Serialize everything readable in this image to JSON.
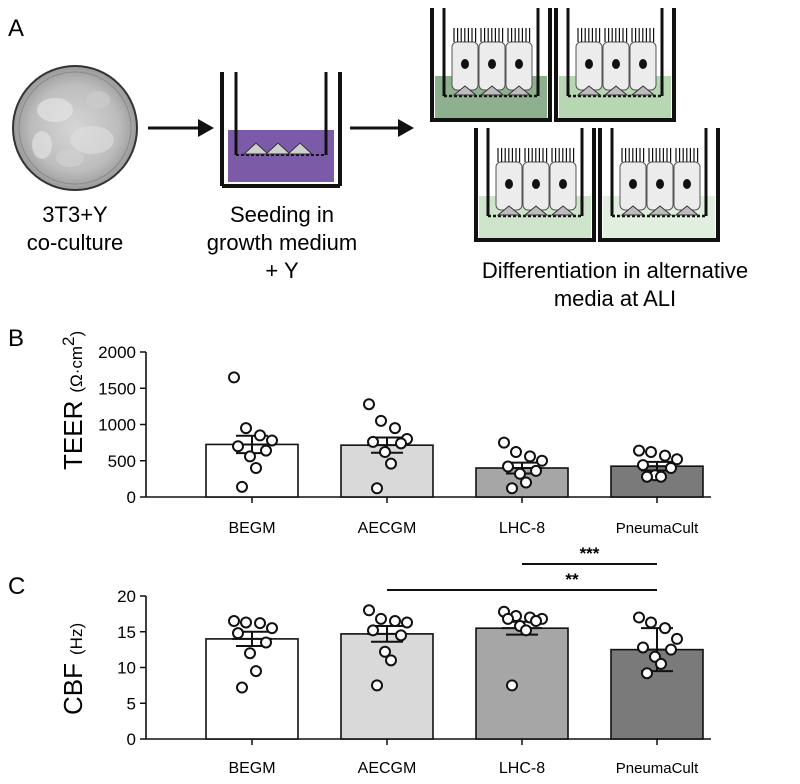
{
  "panelA": {
    "letter": "A",
    "step1": [
      "3T3+Y",
      "co-culture"
    ],
    "step2": [
      "Seeding in",
      "growth medium",
      "+ Y"
    ],
    "step3": [
      "Differentiation in alternative",
      "media at ALI"
    ]
  },
  "colors": {
    "seeding_medium": "#7b5aa8",
    "media_ali": [
      "#8fb08e",
      "#b7d6b2",
      "#cfe5cb",
      "#e1efde"
    ],
    "bars": [
      "#ffffff",
      "#d9d9d9",
      "#a6a6a6",
      "#7a7a7a"
    ]
  },
  "chart_data": [
    {
      "panel": "B",
      "type": "bar",
      "ylabel_main": "TEER",
      "ylabel_unit_pre": "(Ω·cm",
      "ylabel_unit_sup": "2",
      "ylabel_unit_post": ")",
      "categories": [
        "BEGM",
        "AECGM",
        "LHC-8",
        "PneumaCult"
      ],
      "values": [
        725,
        715,
        400,
        425
      ],
      "errors": [
        120,
        105,
        75,
        60
      ],
      "ylim": [
        0,
        2000
      ],
      "yticks": [
        0,
        500,
        1000,
        1500,
        2000
      ],
      "points": [
        [
          1650,
          950,
          850,
          780,
          700,
          640,
          560,
          400,
          140
        ],
        [
          1280,
          1050,
          950,
          800,
          760,
          740,
          620,
          460,
          120
        ],
        [
          750,
          620,
          560,
          500,
          420,
          360,
          320,
          200,
          120
        ],
        [
          640,
          620,
          570,
          520,
          440,
          400,
          300,
          280,
          280
        ]
      ]
    },
    {
      "panel": "C",
      "type": "bar",
      "ylabel_main": "CBF",
      "ylabel_unit": "(Hz)",
      "categories": [
        "BEGM",
        "AECGM",
        "LHC-8",
        "PneumaCult"
      ],
      "values": [
        14.0,
        14.7,
        15.5,
        12.5
      ],
      "errors": [
        1.0,
        1.1,
        0.9,
        3.0
      ],
      "ylim": [
        0,
        20
      ],
      "yticks": [
        0,
        5,
        10,
        15,
        20
      ],
      "points": [
        [
          16.5,
          16.3,
          16.2,
          15.5,
          14.8,
          13.5,
          12.0,
          9.5,
          7.2
        ],
        [
          18.0,
          16.8,
          16.5,
          16.3,
          15.2,
          14.5,
          12.2,
          11.0,
          7.5
        ],
        [
          17.8,
          17.2,
          17.0,
          16.8,
          16.8,
          16.5,
          15.8,
          15.2,
          7.5
        ],
        [
          17.0,
          16.3,
          15.5,
          14.0,
          12.8,
          12.5,
          11.5,
          10.5,
          9.2
        ]
      ],
      "significance": [
        {
          "from": 2,
          "to": 3,
          "label": "***"
        },
        {
          "from": 1,
          "to": 3,
          "label": "**"
        }
      ]
    }
  ]
}
